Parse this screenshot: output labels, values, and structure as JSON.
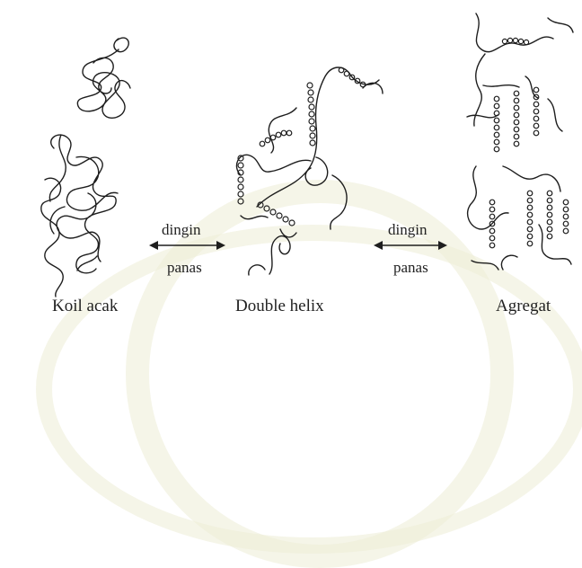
{
  "states": [
    {
      "id": "koil",
      "label": "Koil acak"
    },
    {
      "id": "helix",
      "label": "Double helix"
    },
    {
      "id": "agregat",
      "label": "Agregat"
    }
  ],
  "transitions": [
    {
      "from": "koil",
      "to": "helix",
      "forward": "dingin",
      "reverse": "panas"
    },
    {
      "from": "helix",
      "to": "agregat",
      "forward": "dingin",
      "reverse": "panas"
    }
  ],
  "colors": {
    "ink": "#1e1e1e",
    "background": "#ffffff",
    "watermark": "#ececd6"
  }
}
